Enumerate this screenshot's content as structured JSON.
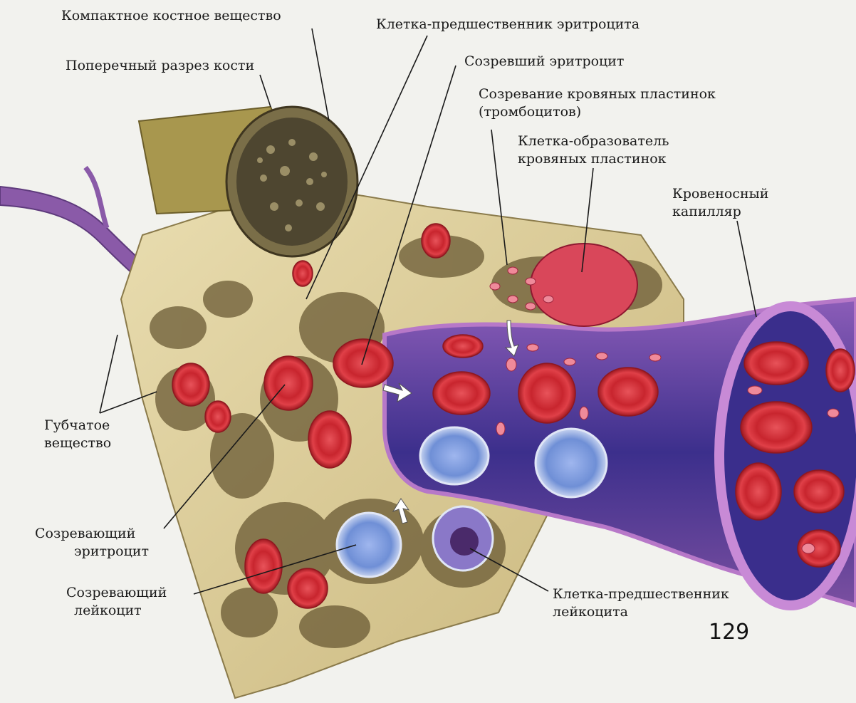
{
  "labels": {
    "compact_bone": "Компактное костное вещество",
    "bone_cross_section": "Поперечный разрез кости",
    "rbc_precursor": "Клетка-предшественник эритроцита",
    "mature_rbc": "Созревший эритроцит",
    "platelet_maturation_1": "Созревание кровяных пластинок",
    "platelet_maturation_2": "(тромбоцитов)",
    "megakaryocyte_1": "Клетка-образователь",
    "megakaryocyte_2": "кровяных пластинок",
    "capillary_1": "Кровеносный",
    "capillary_2": "капилляр",
    "spongy_1": "Губчатое",
    "spongy_2": "вещество",
    "maturing_rbc_1": "Созревающий",
    "maturing_rbc_2": "эритроцит",
    "maturing_wbc_1": "Созревающий",
    "maturing_wbc_2": "лейкоцит",
    "wbc_precursor_1": "Клетка-предшественник",
    "wbc_precursor_2": "лейкоцита"
  },
  "page_number": "129",
  "colors": {
    "bone": "#d9c98f",
    "bone_shadow": "#8a7a4a",
    "vessel": "#7a4fa0",
    "rbc": "#c8252e",
    "wbc": "#6f8fd6",
    "platelet_cell": "#d9475a"
  }
}
